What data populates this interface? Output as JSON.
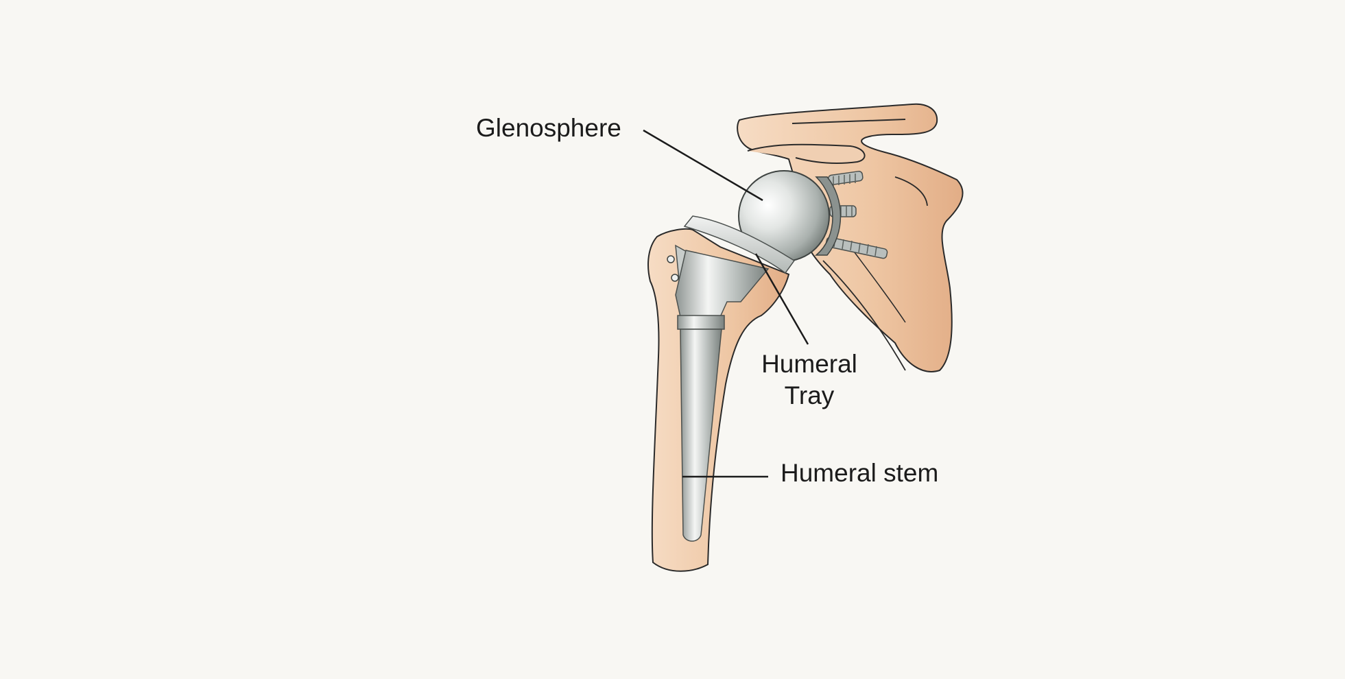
{
  "labels": {
    "glenosphere": "Glenosphere",
    "humeral_tray_line1": "Humeral",
    "humeral_tray_line2": "Tray",
    "humeral_stem": "Humeral stem"
  },
  "colors": {
    "background": "#f8f7f3",
    "bone": "#eec6a3",
    "bone_outline": "#2a2a2a",
    "metal": "#b9bfbd",
    "leader_line": "#1b1b1b"
  }
}
